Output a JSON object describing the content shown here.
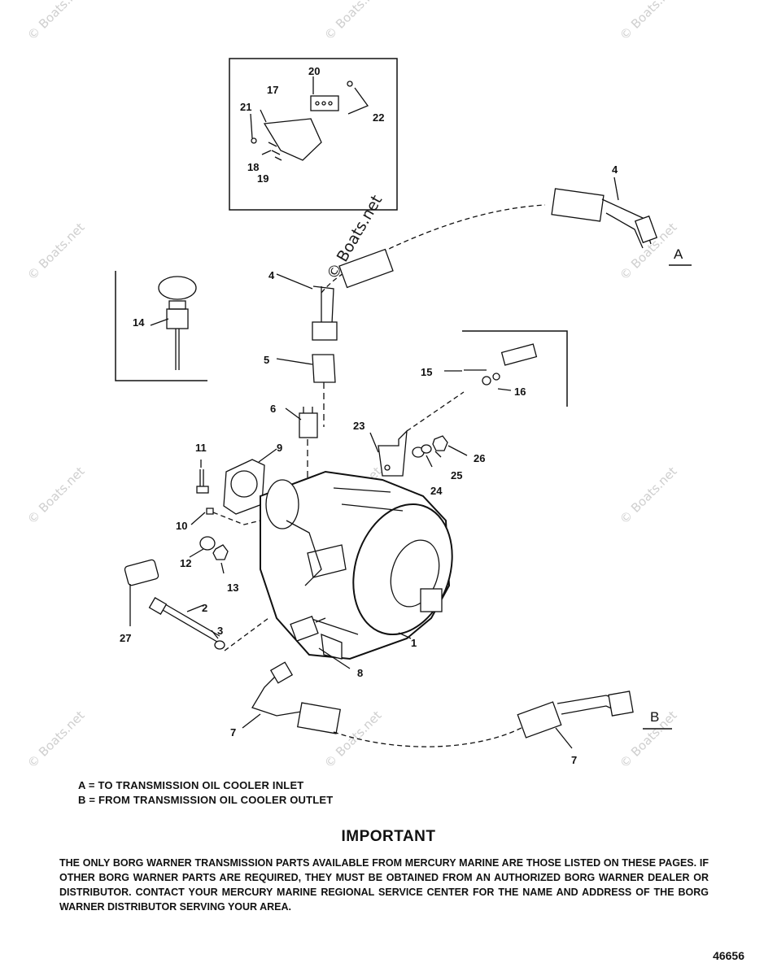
{
  "watermark": {
    "text": "© Boats.net",
    "center_text": "© Boats.net"
  },
  "callouts": {
    "c1": "1",
    "c2": "2",
    "c3": "3",
    "c4a": "4",
    "c4b": "4",
    "c5": "5",
    "c6": "6",
    "c7a": "7",
    "c7b": "7",
    "c8": "8",
    "c9": "9",
    "c10": "10",
    "c11": "11",
    "c12": "12",
    "c13": "13",
    "c14": "14",
    "c15": "15",
    "c16": "16",
    "c17": "17",
    "c18": "18",
    "c19": "19",
    "c20": "20",
    "c21": "21",
    "c22": "22",
    "c23": "23",
    "c24": "24",
    "c25": "25",
    "c26": "26",
    "c27": "27"
  },
  "connections": {
    "a": "A",
    "b": "B"
  },
  "legend": {
    "line_a": "A = TO TRANSMISSION OIL COOLER INLET",
    "line_b": "B = FROM TRANSMISSION OIL COOLER OUTLET"
  },
  "important": {
    "title": "IMPORTANT",
    "body": "THE ONLY BORG WARNER TRANSMISSION PARTS AVAILABLE FROM MERCURY MARINE ARE THOSE LISTED ON THESE PAGES. IF OTHER BORG WARNER PARTS ARE REQUIRED, THEY MUST BE OBTAINED FROM AN AUTHORIZED BORG WARNER DEALER OR DISTRIBUTOR. CONTACT YOUR MERCURY MARINE REGIONAL SERVICE CENTER FOR THE NAME AND ADDRESS OF THE BORG WARNER DISTRIBUTOR SERVING YOUR AREA."
  },
  "drawing_number": "46656"
}
